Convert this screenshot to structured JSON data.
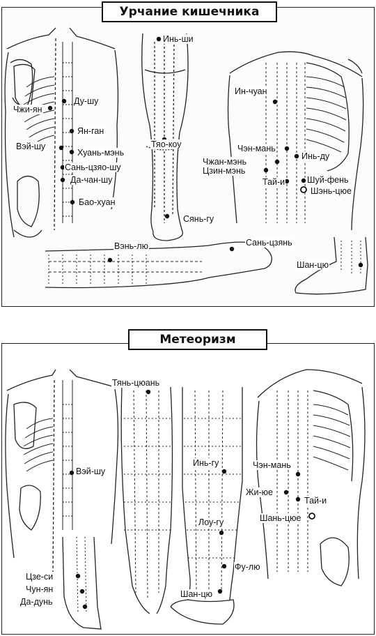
{
  "diagram_1": {
    "title": "Урчание кишечника",
    "points": {
      "yin_shi": "Инь-ши",
      "du_shu": "Ду-шу",
      "zhi_yang": "Чжи-ян",
      "yang_gang": "Ян-ган",
      "wei_shu": "Вэй-шу",
      "huang_men": "Хуань-мэнь",
      "san_jiao_shu": "Сань-цзяо-шу",
      "da_chang_shu": "Да-чан-шу",
      "bao_huang": "Бао-хуан",
      "zu_san_li": "Тяо-коу",
      "xian_gu": "Сянь-гу",
      "yin_chuan": "Ин-чуан",
      "zhen_man": "Чэн-мань",
      "yin_du": "Инь-ду",
      "zhang_men": "Чжан-мэнь",
      "jing_men": "Цзин-мэнь",
      "tai_yi": "Тай-и",
      "shui_fen": "Шуй-фень",
      "shen_que": "Шэнь-цюе",
      "wen_liu": "Вэнь-лю",
      "san_jian": "Сань-цзянь",
      "shang_qiu": "Шан-цю"
    }
  },
  "diagram_2": {
    "title": "Метеоризм",
    "points": {
      "wei_shu": "Вэй-шу",
      "tian_quan": "Тянь-цюань",
      "yin_gu": "Инь-гу",
      "cheng_man": "Чэн-мань",
      "ri_yue": "Жи-юе",
      "tai_yi": "Тай-и",
      "shen_que": "Шань-цюе",
      "lou_gu": "Лоу-гу",
      "fu_liu": "Фу-лю",
      "shang_qiu": "Шан-цю",
      "jie_xi": "Цзе-си",
      "chong_yang": "Чун-ян",
      "da_dun": "Да-дунь"
    }
  }
}
